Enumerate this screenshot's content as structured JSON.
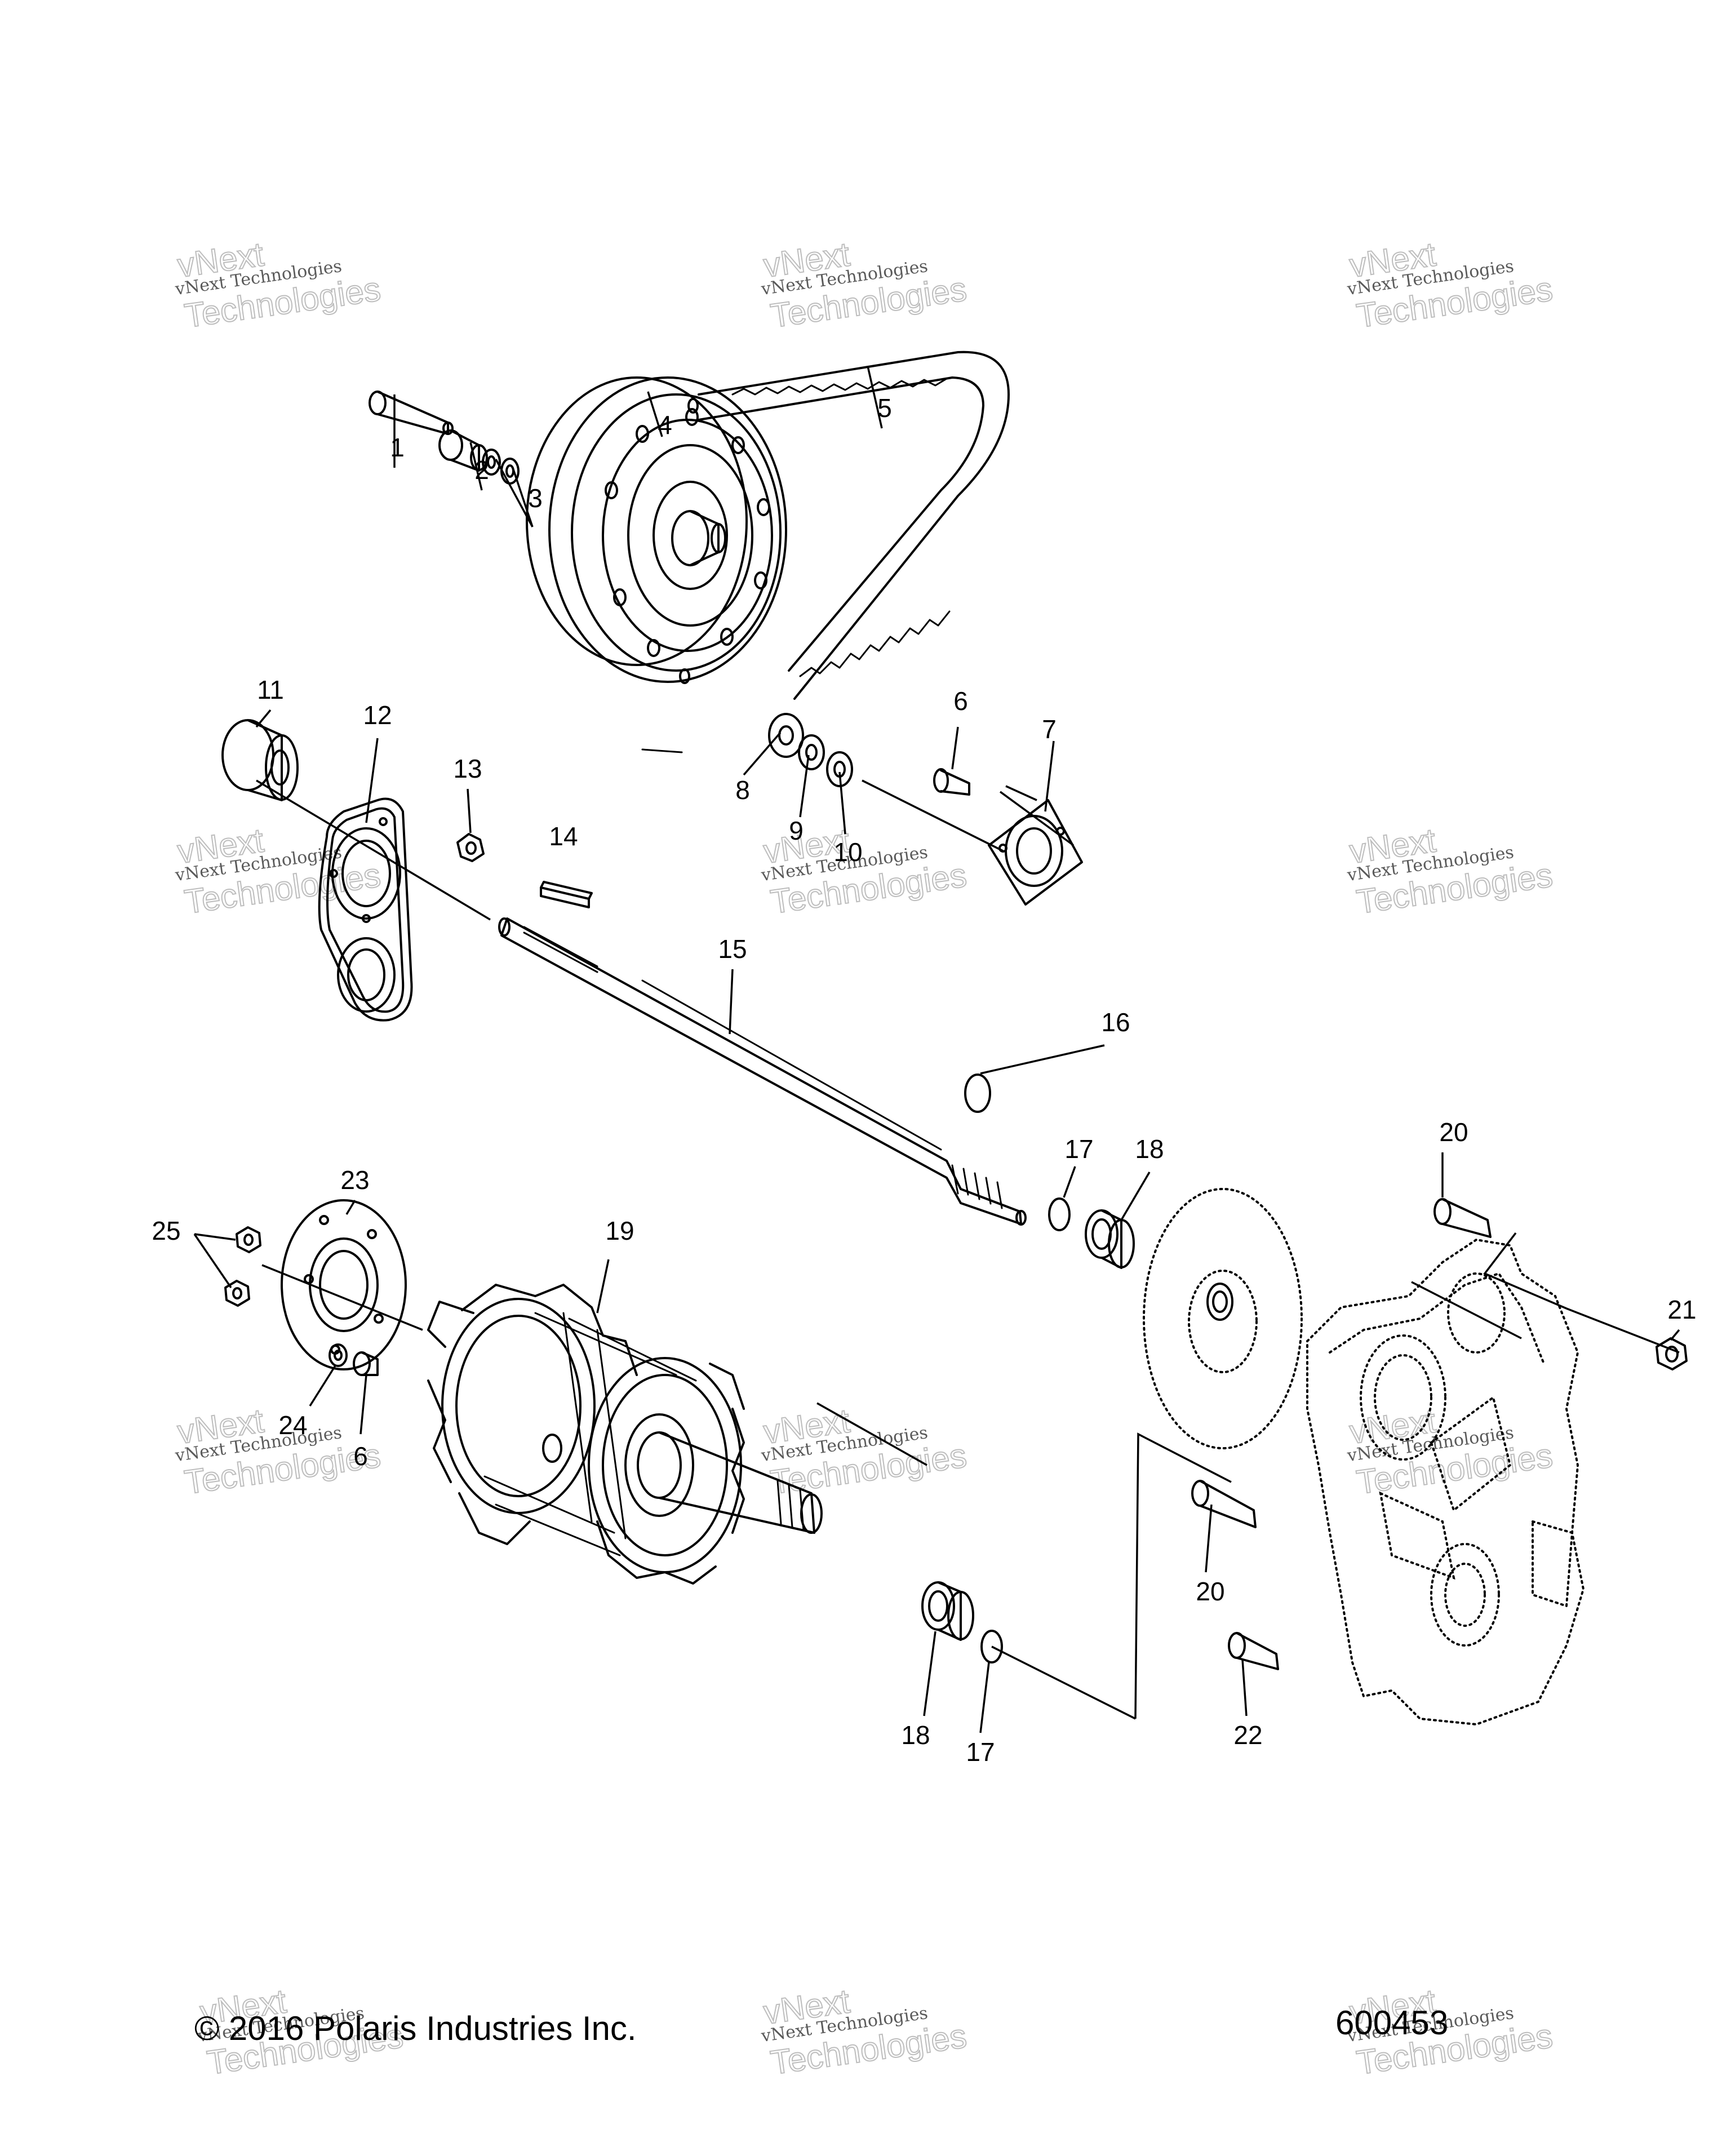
{
  "watermark": {
    "line1": "vNext Technologies",
    "line2": "vNext",
    "line3": "Technologies"
  },
  "callouts": [
    "1",
    "2",
    "3",
    "4",
    "5",
    "6",
    "7",
    "8",
    "9",
    "10",
    "11",
    "12",
    "13",
    "14",
    "15",
    "16",
    "17",
    "17",
    "18",
    "18",
    "19",
    "20",
    "20",
    "21",
    "22",
    "23",
    "24",
    "25",
    "6"
  ],
  "footer": {
    "copyright": "© 2016 Polaris Industries Inc.",
    "diagram_number": "600453"
  }
}
